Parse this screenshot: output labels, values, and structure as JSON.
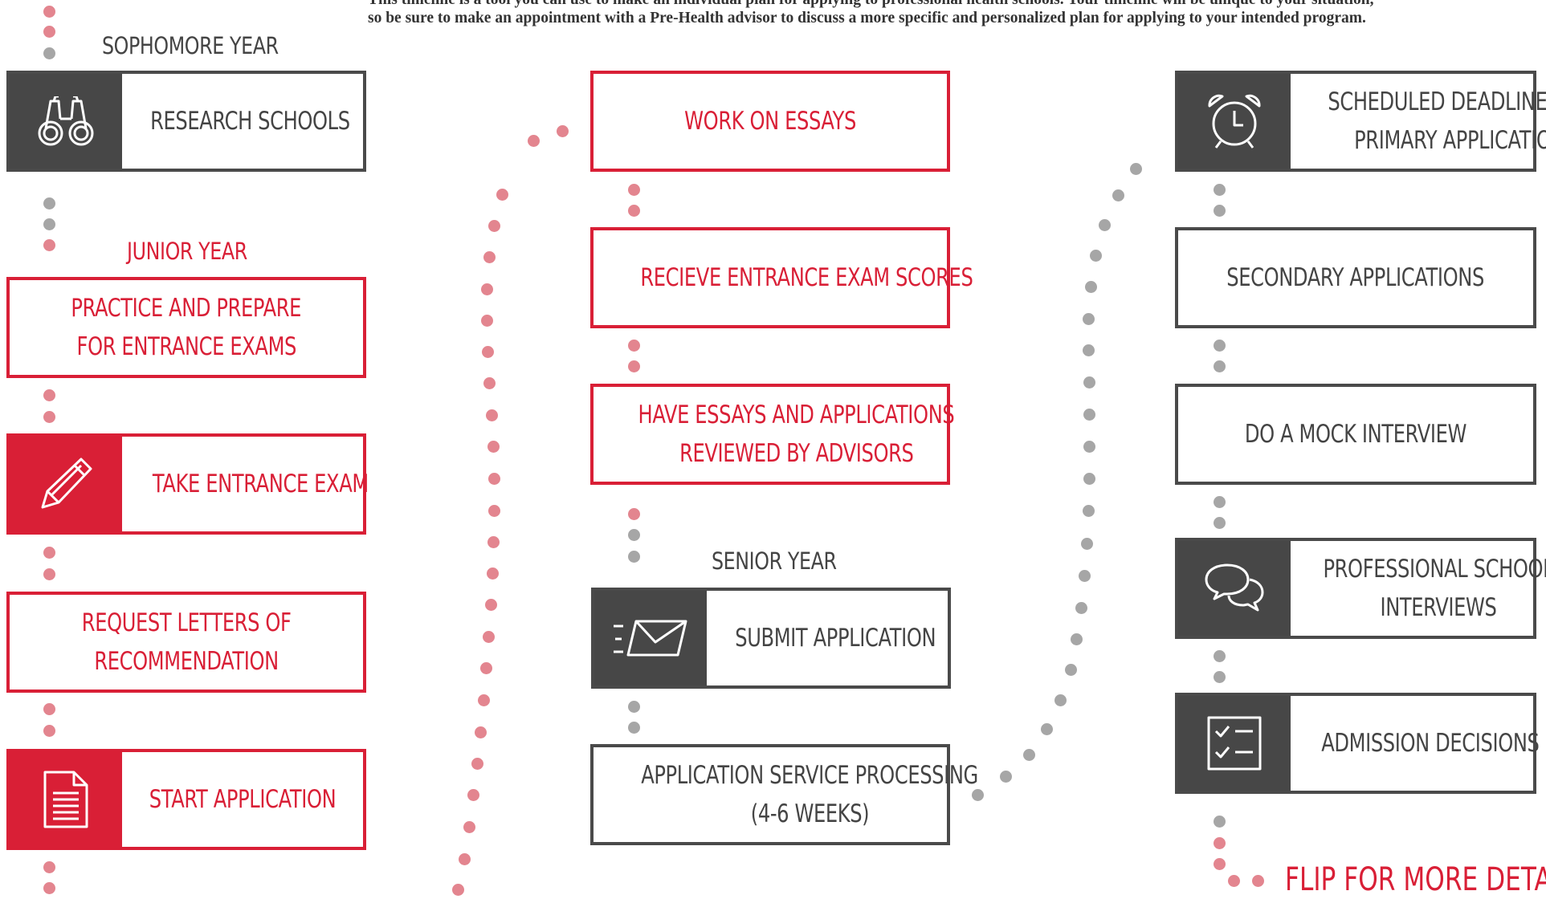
{
  "intro": {
    "line1": "This timeline is a tool you can use to make an individual plan for applying to professional health schools. Your timeline will be unique to your situation,",
    "line2": "so be sure to make an appointment with a Pre-Health advisor to discuss a more specific and personalized plan for applying to your intended program."
  },
  "years": {
    "sophomore": "SOPHOMORE YEAR",
    "junior": "JUNIOR YEAR",
    "senior": "SENIOR YEAR"
  },
  "steps": {
    "research_schools": "RESEARCH SCHOOLS",
    "practice_line1": "PRACTICE AND PREPARE",
    "practice_line2": "FOR ENTRANCE EXAMS",
    "take_exam": "TAKE ENTRANCE EXAM",
    "request_line1": "REQUEST LETTERS OF",
    "request_line2": "RECOMMENDATION",
    "start_application": "START APPLICATION",
    "work_on_essays": "WORK ON ESSAYS",
    "receive_scores": "RECIEVE ENTRANCE EXAM SCORES",
    "review_line1": "HAVE ESSAYS AND APPLICATIONS",
    "review_line2": "REVIEWED BY ADVISORS",
    "submit_application": "SUBMIT APPLICATION",
    "processing_line1": "APPLICATION SERVICE PROCESSING",
    "processing_line2": "(4-6 WEEKS)",
    "deadline_line1": "SCHEDULED DEADLINE FOR",
    "deadline_line2": "PRIMARY APPLICATION",
    "secondary": "SECONDARY APPLICATIONS",
    "mock_interview": "DO A MOCK INTERVIEW",
    "interviews_line1": "PROFESSIONAL SCHOOL",
    "interviews_line2": "INTERVIEWS",
    "decisions": "ADMISSION DECISIONS"
  },
  "icons": {
    "research": "binoculars-icon",
    "exam": "pencil-icon",
    "application": "document-icon",
    "submit": "envelope-icon",
    "deadline": "alarm-clock-icon",
    "interviews": "chat-bubbles-icon",
    "decisions": "checklist-icon"
  },
  "footer": {
    "flip": "FLIP FOR MORE DETAILS."
  },
  "colors": {
    "red": "#d91f36",
    "gray": "#474747",
    "dot_gray": "#a6a6a6",
    "dot_pink": "#e3858f"
  }
}
